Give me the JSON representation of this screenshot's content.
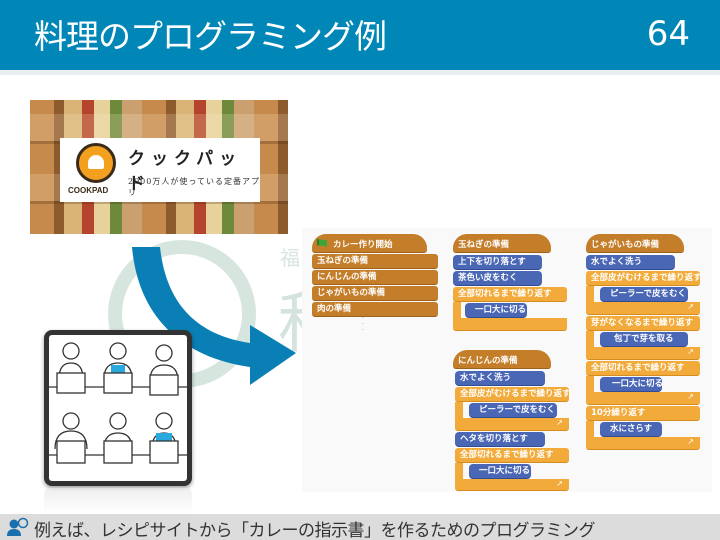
{
  "header": {
    "title": "料理のプログラミング例",
    "page_number": "64"
  },
  "watermark": {
    "small_text": "福",
    "large_text": "科学カフェ"
  },
  "cookpad_banner": {
    "logo_text": "COOKPAD",
    "brand_name": "クックパッド",
    "tagline": "2000万人が使っている定番アプリ"
  },
  "scratch_program": {
    "main_script": {
      "hat": "カレー作り開始",
      "blocks": [
        "玉ねぎの準備",
        "にんじんの準備",
        "じゃがいもの準備",
        "肉の準備"
      ]
    },
    "onion_script": {
      "hat": "玉ねぎの準備",
      "step1": "上下を切り落とす",
      "step2": "茶色い皮をむく",
      "loop1": "全部切れるまで繰り返す",
      "loop1_body": "一口大に切る"
    },
    "carrot_script": {
      "hat": "にんじんの準備",
      "step1": "水でよく洗う",
      "loop1": "全部皮がむけるまで繰り返す",
      "loop1_body": "ピーラーで皮をむく",
      "step2": "ヘタを切り落とす",
      "loop2": "全部切れるまで繰り返す",
      "loop2_body": "一口大に切る"
    },
    "potato_script": {
      "hat": "じゃがいもの準備",
      "step1": "水でよく洗う",
      "loop1": "全部皮がむけるまで繰り返す",
      "loop1_body": "ピーラーで皮をむく",
      "loop2": "芽がなくなるまで繰り返す",
      "loop2_body": "包丁で芽を取る",
      "loop3": "全部切れるまで繰り返す",
      "loop3_body": "一口大に切る",
      "loop4": "10分繰り返す",
      "loop4_body": "水にさらす"
    },
    "loop_arrow": "↗"
  },
  "footer": {
    "caption": "例えば、レシピサイトから「カレーの指示書」を作るためのプログラミング"
  },
  "colors": {
    "header_bg": "#0087b8",
    "arrow": "#0a7fb5",
    "block_dark_orange": "#c47e2a",
    "block_blue": "#4a67b6",
    "block_orange": "#f2ab3a",
    "footer_bg": "#dcdcdc"
  }
}
